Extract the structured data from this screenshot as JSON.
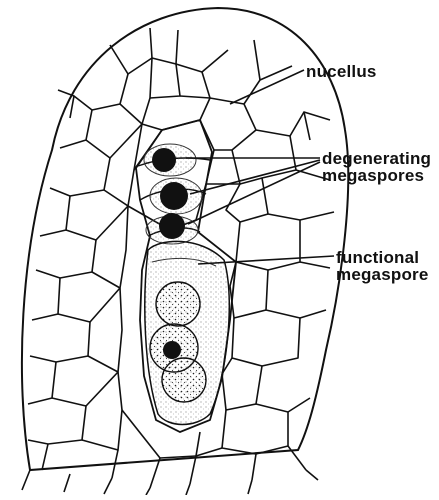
{
  "diagram": {
    "labels": {
      "nucellus": "nucellus",
      "degenerating_line1": "degenerating",
      "degenerating_line2": "megaspores",
      "functional_line1": "functional",
      "functional_line2": "megaspore"
    }
  }
}
